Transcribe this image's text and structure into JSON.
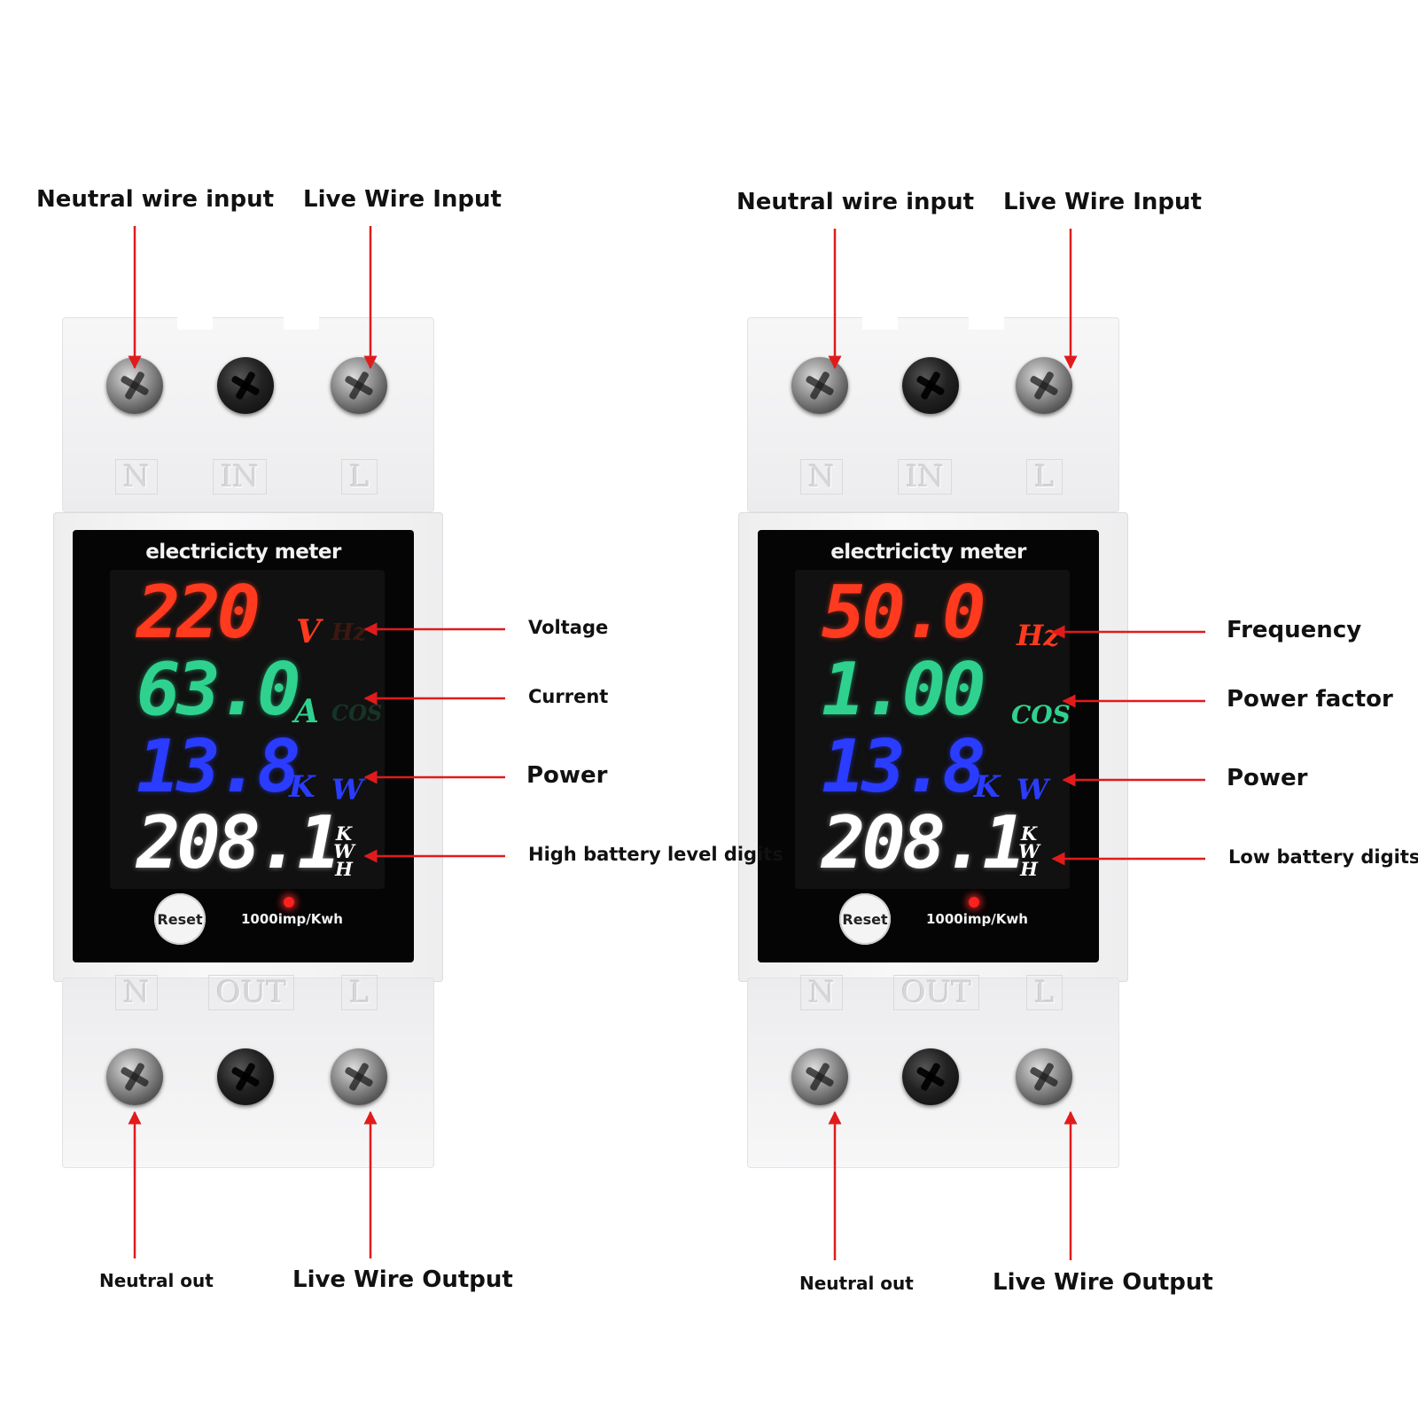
{
  "meters": [
    {
      "screen_title": "electricicty meter",
      "rows": [
        "220",
        "63.0",
        "13.8",
        "208.1"
      ],
      "units": {
        "row1": "V",
        "row1_ghost": "Hz",
        "row2": "A",
        "row2_ghost": "COS",
        "row3_k": "K",
        "row3_w": "W",
        "kwh": [
          "K",
          "W",
          "H"
        ]
      },
      "terminal_top": [
        "N",
        "IN",
        "L"
      ],
      "terminal_bottom": [
        "N",
        "OUT",
        "L"
      ],
      "reset_label": "Reset",
      "imp_label": "1000imp/Kwh",
      "callouts": {
        "top_left": "Neutral wire input",
        "top_right": "Live Wire Input",
        "row1": "Voltage",
        "row2": "Current",
        "row3": "Power",
        "row4": "High battery level digits",
        "bottom_left": "Neutral out",
        "bottom_right": "Live Wire Output"
      }
    },
    {
      "screen_title": "electricicty meter",
      "rows": [
        "50.0",
        "1.00",
        "13.8",
        "208.1"
      ],
      "units": {
        "row1": "Hz",
        "row2": "COS",
        "row3_k": "K",
        "row3_w": "W",
        "kwh": [
          "K",
          "W",
          "H"
        ]
      },
      "terminal_top": [
        "N",
        "IN",
        "L"
      ],
      "terminal_bottom": [
        "N",
        "OUT",
        "L"
      ],
      "reset_label": "Reset",
      "imp_label": "1000imp/Kwh",
      "callouts": {
        "top_left": "Neutral wire input",
        "top_right": "Live Wire Input",
        "row1": "Frequency",
        "row2": "Power factor",
        "row3": "Power",
        "row4": "Low battery digits",
        "bottom_left": "Neutral out",
        "bottom_right": "Live Wire Output"
      }
    }
  ],
  "colors": {
    "arrow": "#e01b1b",
    "voltage_red": "#ff3a1e",
    "current_green": "#2fd18e",
    "power_blue": "#2a3cff",
    "energy_white": "#ffffff"
  }
}
